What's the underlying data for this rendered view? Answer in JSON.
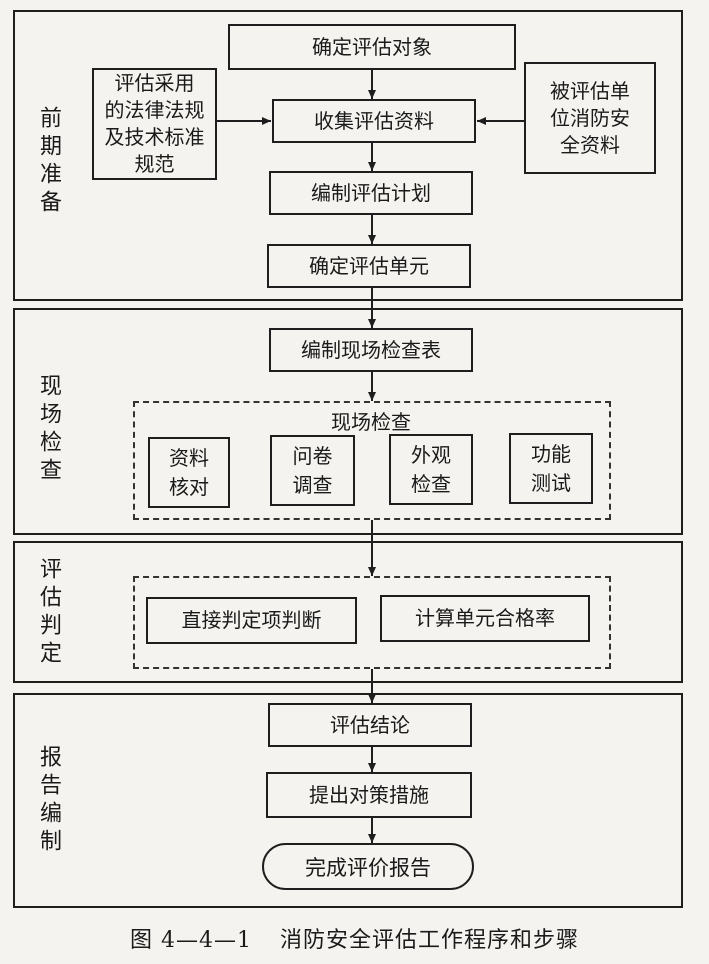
{
  "phases": {
    "prep": "前期准备",
    "site": "现场检查",
    "judge": "评估判定",
    "report": "报告编制"
  },
  "boxes": {
    "determine_object": "确定评估对象",
    "collect_data": "收集评估资料",
    "laws_lines": [
      "评估采用",
      "的法律法规",
      "及技术标准",
      "规范"
    ],
    "unit_lines": [
      "被评估单",
      "位消防安",
      "全资料"
    ],
    "make_plan": "编制评估计划",
    "determine_unit": "确定评估单元",
    "make_checklist": "编制现场检查表",
    "site_check_title": "现场检查",
    "doc_check": [
      "资料",
      "核对"
    ],
    "questionnaire": [
      "问卷",
      "调查"
    ],
    "appearance": [
      "外观",
      "检查"
    ],
    "function_test": [
      "功能",
      "测试"
    ],
    "direct_judge": "直接判定项判断",
    "calc_rate": "计算单元合格率",
    "conclusion": "评估结论",
    "countermeasures": "提出对策措施",
    "complete_report": "完成评价报告"
  },
  "caption": {
    "figure_no": "图 4—4—1",
    "title": "消防安全评估工作程序和步骤"
  }
}
